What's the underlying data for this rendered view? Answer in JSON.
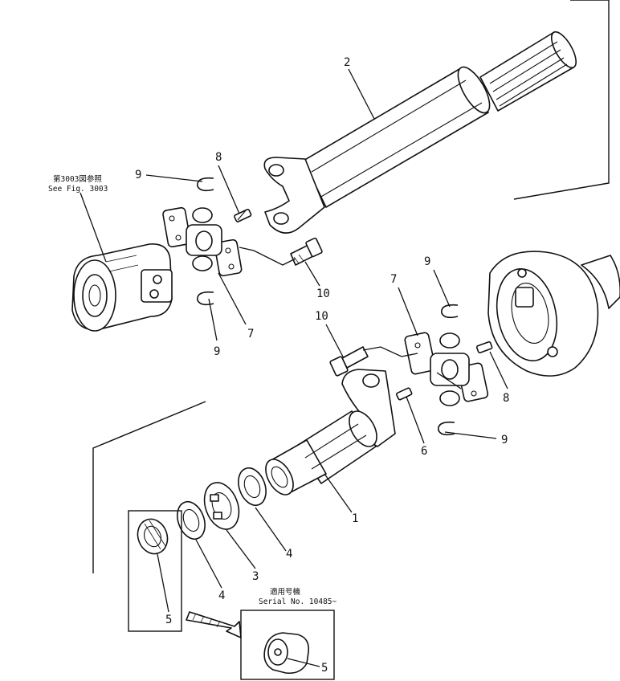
{
  "notes": {
    "fig_ref_jp": "第3003図参照",
    "fig_ref_en": "See Fig. 3003",
    "serial_jp": "適用号機",
    "serial_en": "Serial No. 10485~"
  },
  "callouts": {
    "c1": "1",
    "c2": "2",
    "c3": "3",
    "c4a": "4",
    "c4b": "4",
    "c5a": "5",
    "c5b": "5",
    "c6": "6",
    "c7a": "7",
    "c7b": "7",
    "c8a": "8",
    "c8b": "8",
    "c9a": "9",
    "c9b": "9",
    "c9c": "9",
    "c9d": "9",
    "c10a": "10",
    "c10b": "10"
  }
}
